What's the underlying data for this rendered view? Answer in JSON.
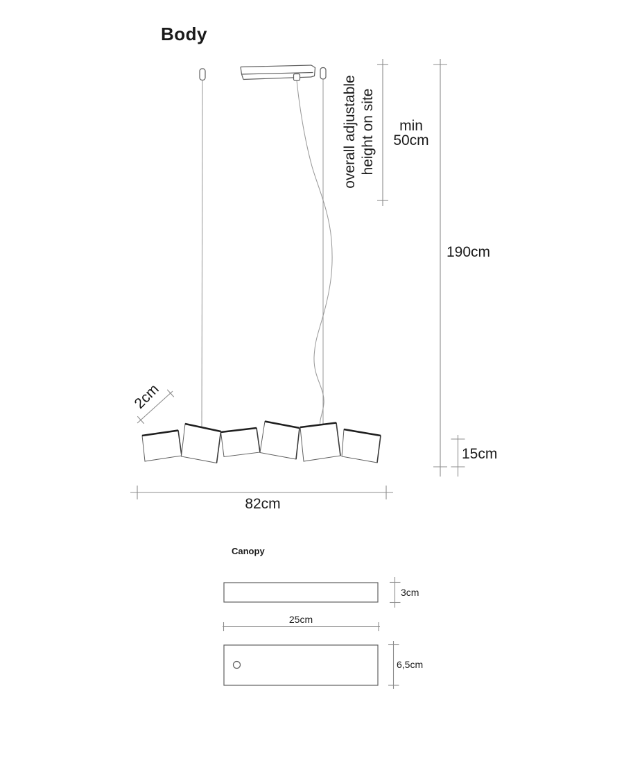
{
  "body_section": {
    "title": "Body",
    "labels": {
      "adjustable_line1": "overall adjustable",
      "adjustable_line2": "height on site",
      "min_line1": "min",
      "min_line2": "50cm",
      "total_height": "190cm",
      "fixture_height": "15cm",
      "fixture_width": "82cm",
      "panel_thickness": "2cm"
    }
  },
  "canopy_section": {
    "title": "Canopy",
    "labels": {
      "front_height": "3cm",
      "width": "25cm",
      "depth": "6,5cm"
    }
  },
  "colors": {
    "background": "#ffffff",
    "text": "#1a1a1a",
    "dimension_line": "#8c8c8c",
    "outline": "#5f5f5f",
    "panel_edge_bold": "#1f1f1f",
    "cable": "#9a9a9a"
  }
}
